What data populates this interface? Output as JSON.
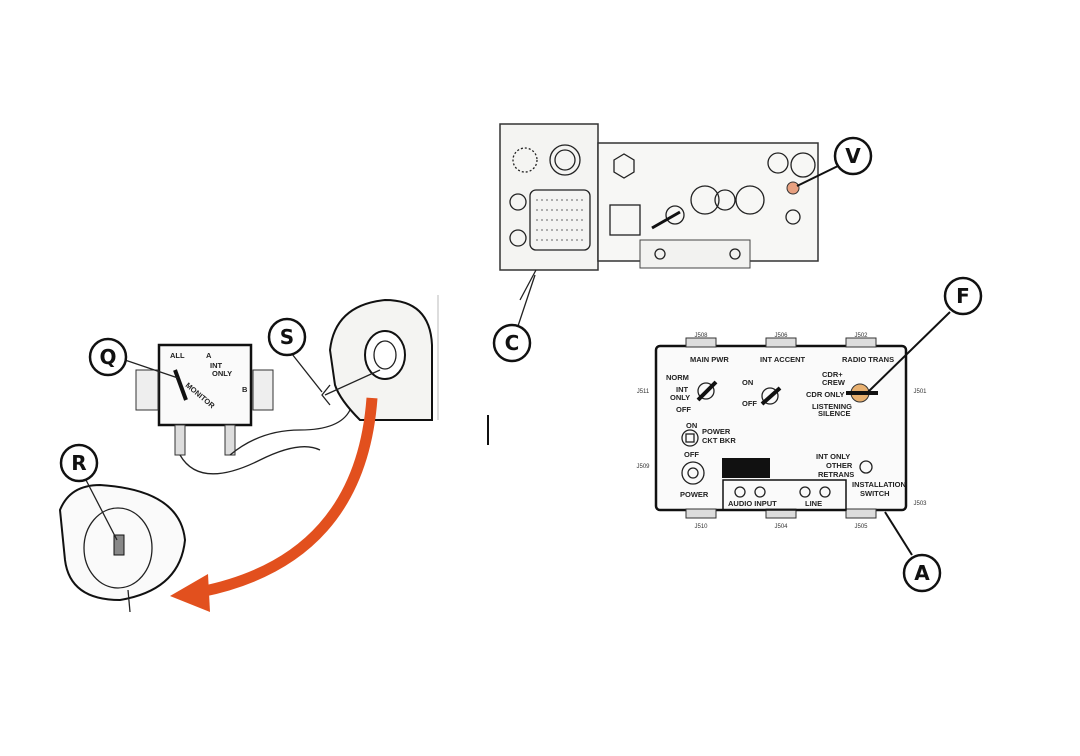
{
  "callouts": {
    "V": "V",
    "C": "C",
    "F": "F",
    "A": "A",
    "Q": "Q",
    "S": "S",
    "R": "R"
  },
  "control_box": {
    "sections": {
      "main_pwr": "MAIN PWR",
      "int_accent": "INT ACCENT",
      "radio_trans": "RADIO TRANS"
    },
    "main_pwr_positions": [
      "NORM",
      "INT",
      "ONLY",
      "OFF"
    ],
    "int_accent_positions": [
      "ON",
      "OFF"
    ],
    "radio_trans_positions": [
      "CDR+",
      "CREW",
      "CDR ONLY",
      "LISTENING",
      "SILENCE"
    ],
    "breaker": {
      "on": "ON",
      "off": "OFF",
      "label1": "POWER",
      "label2": "CKT BKR"
    },
    "power_label": "POWER",
    "audio_input": "AUDIO INPUT",
    "line": "LINE",
    "installation_positions": [
      "INT ONLY",
      "OTHER",
      "RETRANS"
    ],
    "installation_label1": "INSTALLATION",
    "installation_label2": "SWITCH",
    "connectors": {
      "top": [
        "J508",
        "J506",
        "J502"
      ],
      "left": [
        "J511",
        "J509"
      ],
      "right": [
        "J501",
        "J503"
      ],
      "bottom": [
        "J510",
        "J504",
        "J505"
      ]
    }
  },
  "headset_box": {
    "all": "ALL",
    "a": "A",
    "int": "INT",
    "only": "ONLY",
    "b": "B",
    "monitor": "MONITOR"
  },
  "colors": {
    "arrow": "#e2501e",
    "line": "#111111"
  }
}
